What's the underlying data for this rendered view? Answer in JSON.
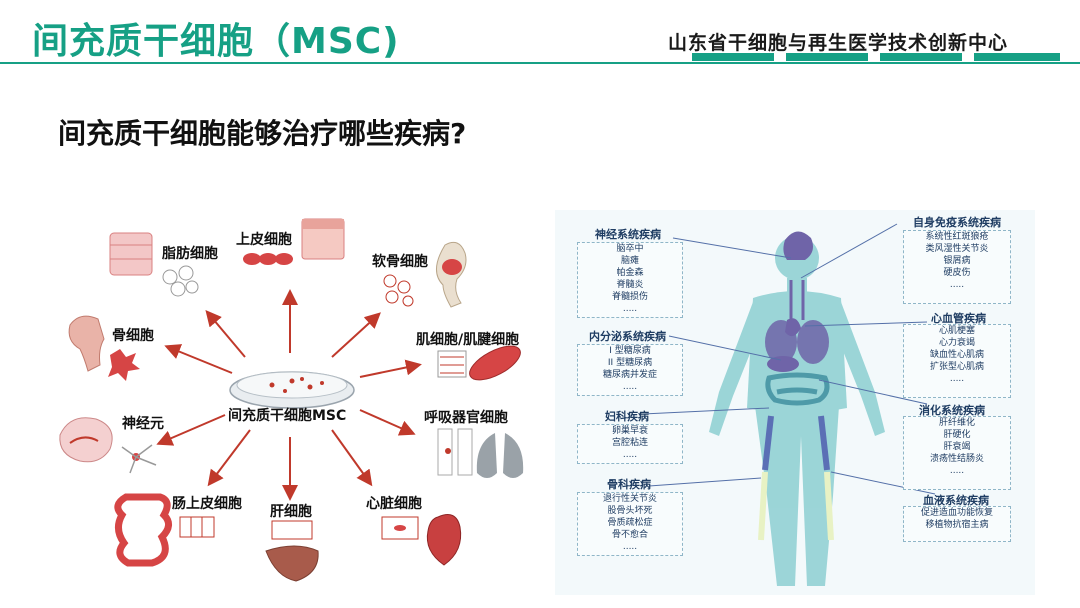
{
  "header": {
    "title": "间充质干细胞（MSC)",
    "organization": "山东省干细胞与再生医学技术创新中心"
  },
  "question": "间充质干细胞能够治疗哪些疾病?",
  "left_diagram": {
    "center_label": "间充质干细胞MSC",
    "cells": [
      "脂肪细胞",
      "上皮细胞",
      "软骨细胞",
      "骨细胞",
      "肌细胞/肌腱细胞",
      "神经元",
      "呼吸器官细胞",
      "肠上皮细胞",
      "肝细胞",
      "心脏细胞"
    ]
  },
  "right_diagram": {
    "groups": [
      {
        "title": "神经系统疾病",
        "items": [
          "脑卒中",
          "脑瘫",
          "帕金森",
          "脊髓炎",
          "脊髓损伤",
          "....."
        ]
      },
      {
        "title": "内分泌系统疾病",
        "items": [
          "I 型糖尿病",
          "II 型糖尿病",
          "糖尿病并发症",
          "....."
        ]
      },
      {
        "title": "妇科疾病",
        "items": [
          "卵巢早衰",
          "宫腔粘连",
          "....."
        ]
      },
      {
        "title": "骨科疾病",
        "items": [
          "退行性关节炎",
          "股骨头坏死",
          "骨质疏松症",
          "骨不愈合",
          "....."
        ]
      },
      {
        "title": "自身免疫系统疾病",
        "items": [
          "系统性红斑狼疮",
          "类风湿性关节炎",
          "银屑病",
          "硬皮伤",
          "....."
        ]
      },
      {
        "title": "心血管疾病",
        "items": [
          "心肌梗塞",
          "心力衰竭",
          "缺血性心肌病",
          "扩张型心肌病",
          "....."
        ]
      },
      {
        "title": "消化系统疾病",
        "items": [
          "肝纤维化",
          "肝硬化",
          "肝衰竭",
          "溃疡性结肠炎",
          "....."
        ]
      },
      {
        "title": "血液系统疾病",
        "items": [
          "促进造血功能恢复",
          "移植物抗宿主病"
        ]
      }
    ]
  },
  "colors": {
    "accent": "#16a085",
    "arrow": "#c0392b",
    "disease_text": "#1f3d63",
    "body": "#8ccfd1"
  }
}
